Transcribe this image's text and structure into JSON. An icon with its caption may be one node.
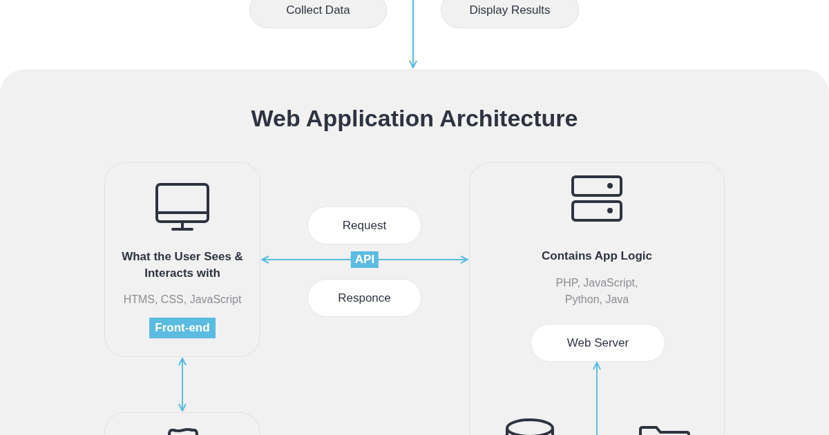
{
  "diagram": {
    "nodes": [
      {
        "text": [
          "Collect Data"
        ]
      },
      {
        "text": [
          "Display Results"
        ]
      },
      {
        "text": [
          "Web Application Architecture"
        ]
      },
      {
        "text": [
          "What the User Sees & Interacts with",
          "HTMS, CSS, JavaScript",
          "Front-end"
        ],
        "in": 2
      },
      {
        "text": [
          "Request"
        ],
        "in": 2
      },
      {
        "text": [
          "Responce"
        ],
        "in": 2
      },
      {
        "text": [
          "Contains App Logic",
          "PHP, JavaScript, Python, Java"
        ],
        "in": 2
      },
      {
        "text": [
          "Web Server"
        ],
        "in": 6
      },
      {
        "text": [],
        "shape": "box",
        "in": 2
      }
    ],
    "edges": [
      {
        "from": null,
        "to": 2,
        "arrow": "to"
      },
      {
        "from": 3,
        "to": 6,
        "arrow": "both",
        "label": "API"
      },
      {
        "from": 3,
        "to": 8,
        "arrow": "both"
      },
      {
        "from": null,
        "to": 7,
        "arrow": "to"
      }
    ]
  }
}
